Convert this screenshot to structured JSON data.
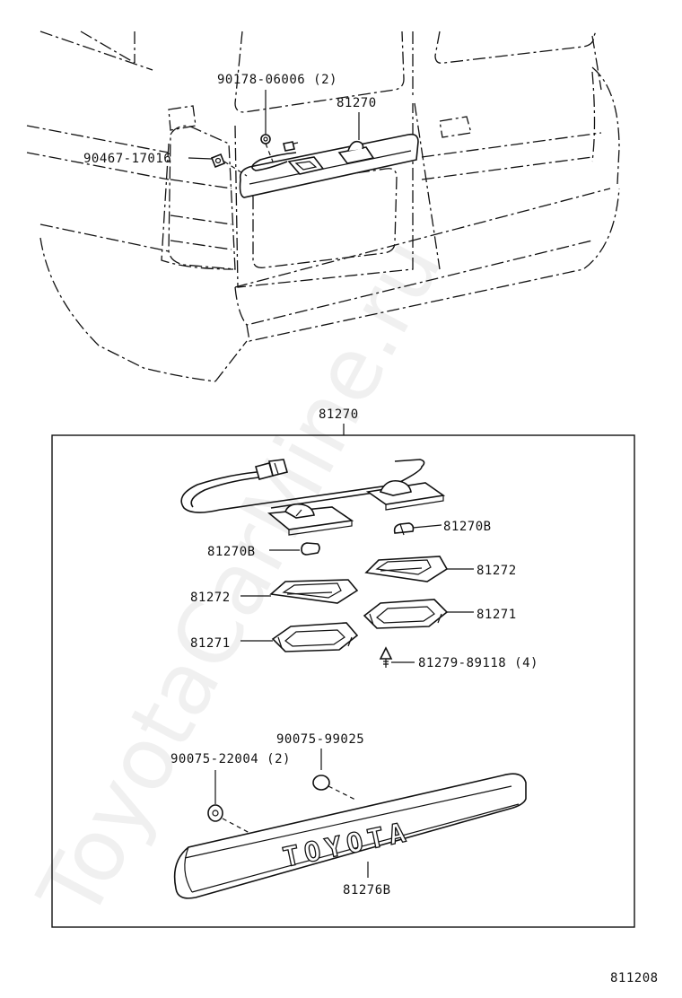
{
  "watermark": "ToyotaCarMine.ru",
  "diagram_code": "811208",
  "emblem_text": "TOYOTA",
  "labels": {
    "bolt_top": "90178-06006 (2)",
    "assy_top": "81270",
    "clip_top": "90467-17016",
    "assy_box": "81270",
    "bulb_right": "81270B",
    "bulb_left": "81270B",
    "lens_right": "81272",
    "lens_left": "81272",
    "housing_right": "81271",
    "housing_left": "81271",
    "screw": "81279-89118 (4)",
    "nut_right": "90075-99025",
    "nut_left": "90075-22004 (2)",
    "garnish": "81276B"
  }
}
